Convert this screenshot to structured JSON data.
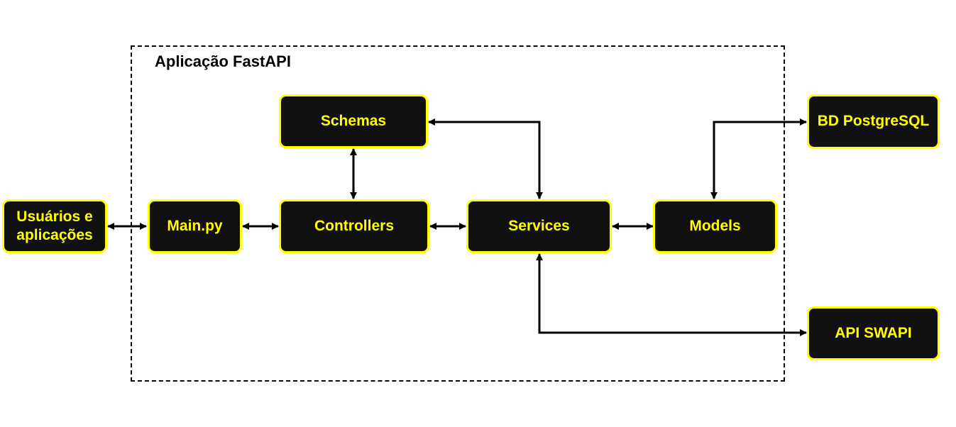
{
  "diagram": {
    "container_label": "Aplicação FastAPI",
    "colors": {
      "node_fill": "#111111",
      "node_border": "#ffff00",
      "node_text": "#ffff00",
      "edge": "#000000",
      "boundary": "#000000"
    },
    "nodes": {
      "users": {
        "label": "Usuários e aplicações"
      },
      "main": {
        "label": "Main.py"
      },
      "schemas": {
        "label": "Schemas"
      },
      "controllers": {
        "label": "Controllers"
      },
      "services": {
        "label": "Services"
      },
      "models": {
        "label": "Models"
      },
      "postgres": {
        "label": "BD PostgreSQL"
      },
      "swapi": {
        "label": "API SWAPI"
      }
    },
    "edges": [
      {
        "from": "users",
        "to": "main",
        "direction": "both"
      },
      {
        "from": "main",
        "to": "controllers",
        "direction": "both"
      },
      {
        "from": "controllers",
        "to": "schemas",
        "direction": "both"
      },
      {
        "from": "controllers",
        "to": "services",
        "direction": "both"
      },
      {
        "from": "schemas",
        "to": "services",
        "direction": "both"
      },
      {
        "from": "services",
        "to": "models",
        "direction": "both"
      },
      {
        "from": "models",
        "to": "postgres",
        "direction": "both"
      },
      {
        "from": "services",
        "to": "swapi",
        "direction": "both"
      }
    ]
  }
}
